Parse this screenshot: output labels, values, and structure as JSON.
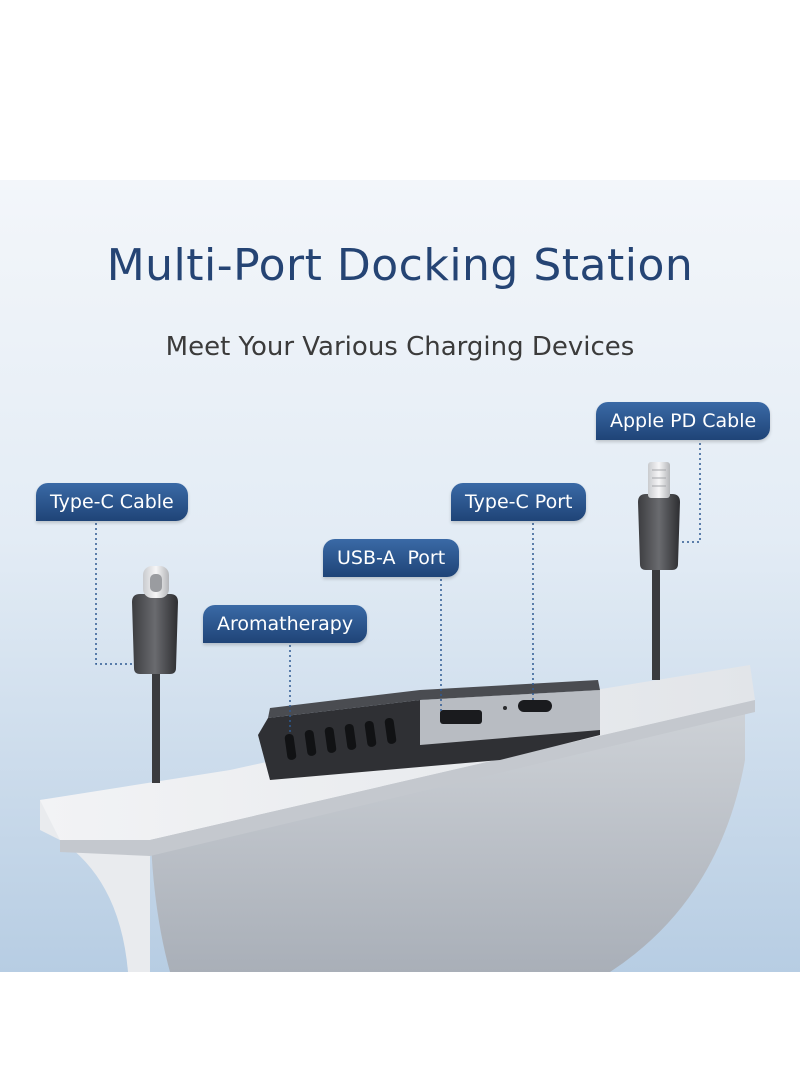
{
  "title": "Multi-Port Docking Station",
  "subtitle": "Meet Your Various Charging Devices",
  "labels": {
    "type_c_cable": "Type-C Cable",
    "apple_pd_cable": "Apple PD Cable",
    "type_c_port": "Type-C Port",
    "usb_a_port": "USB-A  Port",
    "aromatherapy": "Aromatherapy"
  },
  "colors": {
    "heading": "#254474",
    "tag": "#1f4477",
    "background_top": "#f3f6fa",
    "background_bottom": "#b7cde3"
  }
}
